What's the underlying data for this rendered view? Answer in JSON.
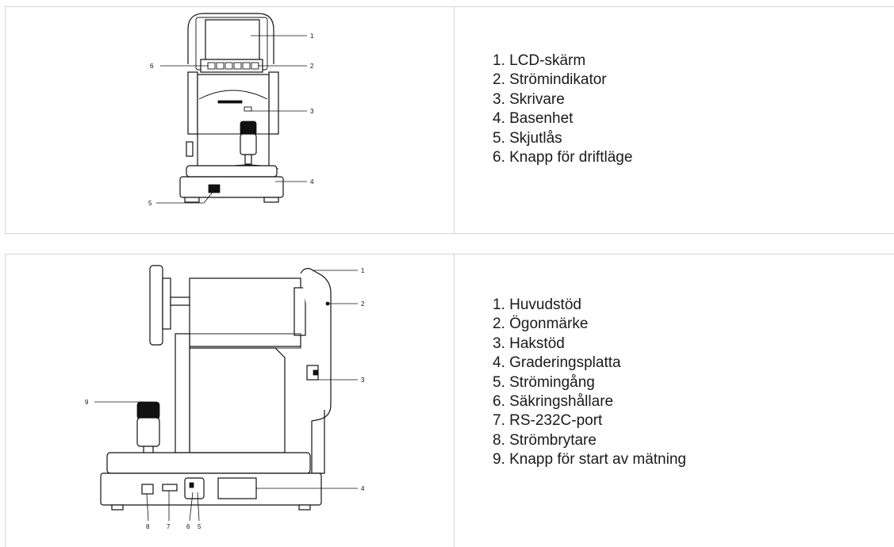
{
  "front": {
    "items": [
      "1. LCD-skärm",
      "2. Strömindikator",
      "3. Skrivare",
      "4. Basenhet",
      "5. Skjutlås",
      "6. Knapp för driftläge"
    ],
    "callouts": [
      "1",
      "2",
      "3",
      "4",
      "5",
      "6"
    ]
  },
  "side": {
    "items": [
      "1. Huvudstöd",
      "2. Ögonmärke",
      "3. Hakstöd",
      "4. Graderingsplatta",
      "5. Strömingång",
      "6. Säkringshållare",
      "7. RS-232C-port",
      "8. Strömbrytare",
      "9. Knapp för start av mätning"
    ],
    "callouts": [
      "1",
      "2",
      "3",
      "4",
      "5",
      "6",
      "7",
      "8",
      "9"
    ]
  }
}
